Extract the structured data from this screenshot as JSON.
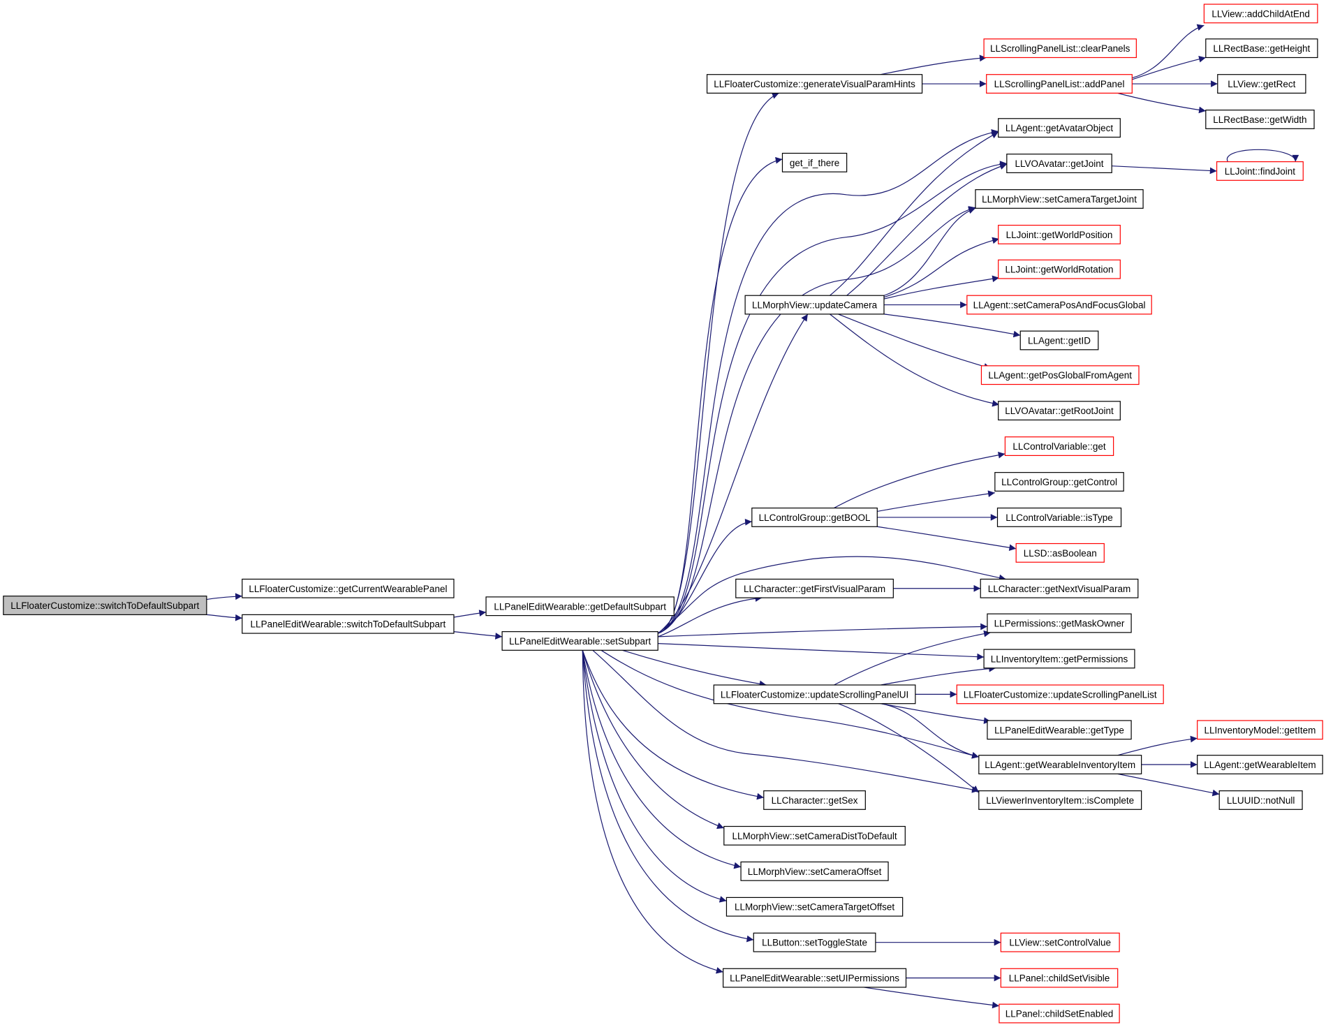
{
  "diagram": {
    "type": "call-graph",
    "colors": {
      "edge": "#191970",
      "root_fill": "#bfbfbf",
      "node_border": "#000000",
      "truncated_border": "#ff0000",
      "node_fill": "#ffffff"
    },
    "nodes": [
      {
        "id": "n0",
        "label": "LLFloaterCustomize::switchToDefaultSubpart",
        "kind": "root"
      },
      {
        "id": "n1",
        "label": "LLFloaterCustomize::getCurrentWearablePanel",
        "kind": "normal"
      },
      {
        "id": "n2",
        "label": "LLPanelEditWearable::switchToDefaultSubpart",
        "kind": "normal"
      },
      {
        "id": "n3",
        "label": "LLPanelEditWearable::getDefaultSubpart",
        "kind": "normal"
      },
      {
        "id": "n4",
        "label": "LLPanelEditWearable::setSubpart",
        "kind": "normal"
      },
      {
        "id": "n5",
        "label": "LLFloaterCustomize::generateVisualParamHints",
        "kind": "normal"
      },
      {
        "id": "n6",
        "label": "get_if_there",
        "kind": "normal"
      },
      {
        "id": "n7",
        "label": "LLMorphView::updateCamera",
        "kind": "normal"
      },
      {
        "id": "n8",
        "label": "LLControlGroup::getBOOL",
        "kind": "normal"
      },
      {
        "id": "n9",
        "label": "LLCharacter::getFirstVisualParam",
        "kind": "normal"
      },
      {
        "id": "n10",
        "label": "LLFloaterCustomize::updateScrollingPanelUI",
        "kind": "normal"
      },
      {
        "id": "n11",
        "label": "LLCharacter::getSex",
        "kind": "normal"
      },
      {
        "id": "n12",
        "label": "LLMorphView::setCameraDistToDefault",
        "kind": "normal"
      },
      {
        "id": "n13",
        "label": "LLMorphView::setCameraOffset",
        "kind": "normal"
      },
      {
        "id": "n14",
        "label": "LLMorphView::setCameraTargetOffset",
        "kind": "normal"
      },
      {
        "id": "n15",
        "label": "LLButton::setToggleState",
        "kind": "normal"
      },
      {
        "id": "n16",
        "label": "LLPanelEditWearable::setUIPermissions",
        "kind": "normal"
      },
      {
        "id": "n17",
        "label": "LLScrollingPanelList::clearPanels",
        "kind": "truncated"
      },
      {
        "id": "n18",
        "label": "LLScrollingPanelList::addPanel",
        "kind": "truncated"
      },
      {
        "id": "n19",
        "label": "LLView::addChildAtEnd",
        "kind": "truncated"
      },
      {
        "id": "n20",
        "label": "LLRectBase::getHeight",
        "kind": "normal"
      },
      {
        "id": "n21",
        "label": "LLView::getRect",
        "kind": "normal"
      },
      {
        "id": "n22",
        "label": "LLRectBase::getWidth",
        "kind": "normal"
      },
      {
        "id": "n23",
        "label": "LLAgent::getAvatarObject",
        "kind": "normal"
      },
      {
        "id": "n24",
        "label": "LLVOAvatar::getJoint",
        "kind": "normal"
      },
      {
        "id": "n25",
        "label": "LLJoint::findJoint",
        "kind": "truncated"
      },
      {
        "id": "n26",
        "label": "LLMorphView::setCameraTargetJoint",
        "kind": "normal"
      },
      {
        "id": "n27",
        "label": "LLJoint::getWorldPosition",
        "kind": "truncated"
      },
      {
        "id": "n28",
        "label": "LLJoint::getWorldRotation",
        "kind": "truncated"
      },
      {
        "id": "n29",
        "label": "LLAgent::setCameraPosAndFocusGlobal",
        "kind": "truncated"
      },
      {
        "id": "n30",
        "label": "LLAgent::getID",
        "kind": "normal"
      },
      {
        "id": "n31",
        "label": "LLAgent::getPosGlobalFromAgent",
        "kind": "truncated"
      },
      {
        "id": "n32",
        "label": "LLVOAvatar::getRootJoint",
        "kind": "normal"
      },
      {
        "id": "n33",
        "label": "LLControlVariable::get",
        "kind": "truncated"
      },
      {
        "id": "n34",
        "label": "LLControlGroup::getControl",
        "kind": "normal"
      },
      {
        "id": "n35",
        "label": "LLControlVariable::isType",
        "kind": "normal"
      },
      {
        "id": "n36",
        "label": "LLSD::asBoolean",
        "kind": "truncated"
      },
      {
        "id": "n37",
        "label": "LLCharacter::getNextVisualParam",
        "kind": "normal"
      },
      {
        "id": "n38",
        "label": "LLPermissions::getMaskOwner",
        "kind": "normal"
      },
      {
        "id": "n39",
        "label": "LLInventoryItem::getPermissions",
        "kind": "normal"
      },
      {
        "id": "n40",
        "label": "LLFloaterCustomize::updateScrollingPanelList",
        "kind": "truncated"
      },
      {
        "id": "n41",
        "label": "LLPanelEditWearable::getType",
        "kind": "normal"
      },
      {
        "id": "n42",
        "label": "LLAgent::getWearableInventoryItem",
        "kind": "normal"
      },
      {
        "id": "n43",
        "label": "LLViewerInventoryItem::isComplete",
        "kind": "normal"
      },
      {
        "id": "n44",
        "label": "LLInventoryModel::getItem",
        "kind": "truncated"
      },
      {
        "id": "n45",
        "label": "LLAgent::getWearableItem",
        "kind": "normal"
      },
      {
        "id": "n46",
        "label": "LLUUID::notNull",
        "kind": "normal"
      },
      {
        "id": "n47",
        "label": "LLView::setControlValue",
        "kind": "truncated"
      },
      {
        "id": "n48",
        "label": "LLPanel::childSetVisible",
        "kind": "truncated"
      },
      {
        "id": "n49",
        "label": "LLPanel::childSetEnabled",
        "kind": "truncated"
      }
    ],
    "edges": [
      [
        "n0",
        "n1"
      ],
      [
        "n0",
        "n2"
      ],
      [
        "n2",
        "n3"
      ],
      [
        "n2",
        "n4"
      ],
      [
        "n4",
        "n5"
      ],
      [
        "n4",
        "n6"
      ],
      [
        "n4",
        "n7"
      ],
      [
        "n4",
        "n8"
      ],
      [
        "n4",
        "n9"
      ],
      [
        "n4",
        "n10"
      ],
      [
        "n4",
        "n11"
      ],
      [
        "n4",
        "n12"
      ],
      [
        "n4",
        "n13"
      ],
      [
        "n4",
        "n14"
      ],
      [
        "n4",
        "n15"
      ],
      [
        "n4",
        "n16"
      ],
      [
        "n4",
        "n23"
      ],
      [
        "n4",
        "n24"
      ],
      [
        "n4",
        "n26"
      ],
      [
        "n4",
        "n37"
      ],
      [
        "n4",
        "n38"
      ],
      [
        "n4",
        "n39"
      ],
      [
        "n4",
        "n42"
      ],
      [
        "n4",
        "n43"
      ],
      [
        "n5",
        "n17"
      ],
      [
        "n5",
        "n18"
      ],
      [
        "n18",
        "n19"
      ],
      [
        "n18",
        "n20"
      ],
      [
        "n18",
        "n21"
      ],
      [
        "n18",
        "n22"
      ],
      [
        "n7",
        "n23"
      ],
      [
        "n7",
        "n24"
      ],
      [
        "n7",
        "n26"
      ],
      [
        "n7",
        "n27"
      ],
      [
        "n7",
        "n28"
      ],
      [
        "n7",
        "n29"
      ],
      [
        "n7",
        "n30"
      ],
      [
        "n7",
        "n31"
      ],
      [
        "n7",
        "n32"
      ],
      [
        "n24",
        "n25"
      ],
      [
        "n25",
        "n25"
      ],
      [
        "n8",
        "n33"
      ],
      [
        "n8",
        "n34"
      ],
      [
        "n8",
        "n35"
      ],
      [
        "n8",
        "n36"
      ],
      [
        "n9",
        "n37"
      ],
      [
        "n10",
        "n38"
      ],
      [
        "n10",
        "n39"
      ],
      [
        "n10",
        "n40"
      ],
      [
        "n10",
        "n41"
      ],
      [
        "n10",
        "n42"
      ],
      [
        "n10",
        "n43"
      ],
      [
        "n42",
        "n44"
      ],
      [
        "n42",
        "n45"
      ],
      [
        "n42",
        "n46"
      ],
      [
        "n15",
        "n47"
      ],
      [
        "n16",
        "n48"
      ],
      [
        "n16",
        "n49"
      ]
    ]
  }
}
